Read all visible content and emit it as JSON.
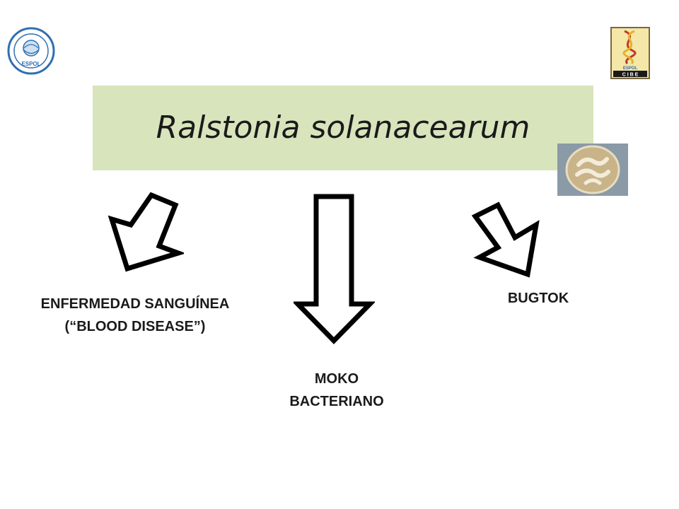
{
  "title": "Ralstonia solanacearum",
  "logos": {
    "left": {
      "icon": "espol-seal-icon",
      "text": "ESPOL"
    },
    "right": {
      "icon": "cibe-logo-icon",
      "text_top": "ESPOL",
      "text_bottom": "C I B E"
    }
  },
  "photo": {
    "icon": "bacterial-culture-petri-dish-icon"
  },
  "branches": [
    {
      "id": "left",
      "lines": [
        "ENFERMEDAD SANGUÍNEA",
        "(“BLOOD DISEASE”)"
      ]
    },
    {
      "id": "center",
      "lines": [
        "MOKO",
        "BACTERIANO"
      ]
    },
    {
      "id": "right",
      "lines": [
        "BUGTOK"
      ]
    }
  ],
  "colors": {
    "title_box": "#d8e4bc",
    "arrow_stroke": "#000000",
    "seal_blue": "#2f6fb0",
    "cibe_red": "#c0392b",
    "cibe_yellow": "#e3b22b"
  }
}
